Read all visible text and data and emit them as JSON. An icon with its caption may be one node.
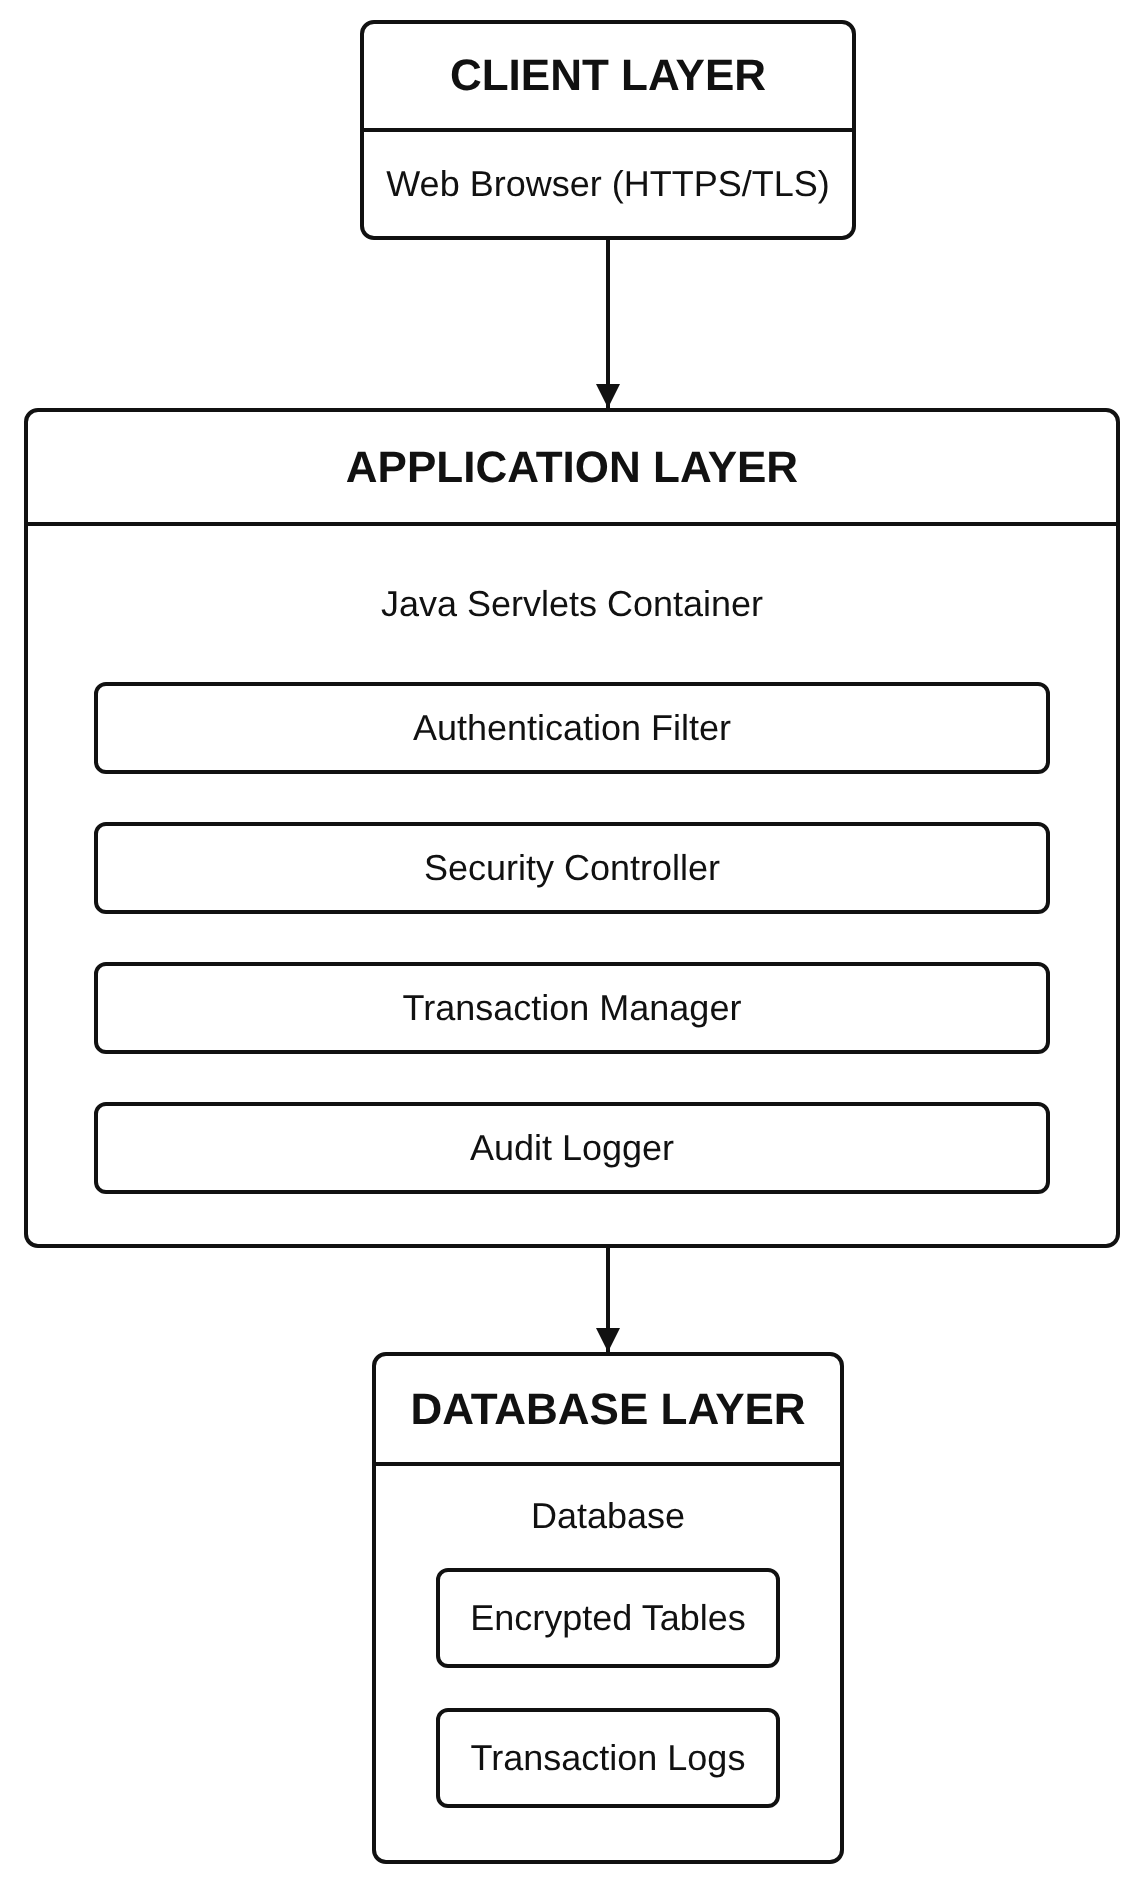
{
  "diagram": {
    "nodes": [
      {
        "text": [
          "CLIENT LAYER",
          "Web Browser (HTTPS/TLS)"
        ]
      },
      {
        "text": [
          "APPLICATION LAYER",
          "Java Servlets Container"
        ]
      },
      {
        "text": [
          "Authentication Filter"
        ],
        "in": 1
      },
      {
        "text": [
          "Security Controller"
        ],
        "in": 1
      },
      {
        "text": [
          "Transaction Manager"
        ],
        "in": 1
      },
      {
        "text": [
          "Audit Logger"
        ],
        "in": 1
      },
      {
        "text": [
          "DATABASE LAYER",
          "Database"
        ]
      },
      {
        "text": [
          "Encrypted Tables"
        ],
        "in": 6
      },
      {
        "text": [
          "Transaction Logs"
        ],
        "in": 6
      }
    ],
    "edges": [
      {
        "from": 0,
        "to": 1,
        "arrow": "to"
      },
      {
        "from": 1,
        "to": 6,
        "arrow": "to"
      }
    ]
  }
}
